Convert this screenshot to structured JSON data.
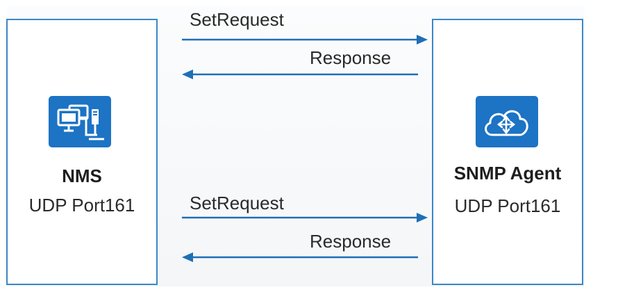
{
  "nms": {
    "title": "NMS",
    "port": "UDP Port161",
    "icon": "network-management-icon"
  },
  "agent": {
    "title": "SNMP Agent",
    "port": "UDP Port161",
    "icon": "cloud-router-icon"
  },
  "messages": [
    {
      "label": "SetRequest",
      "direction": "nms-to-agent"
    },
    {
      "label": "Response",
      "direction": "agent-to-nms"
    },
    {
      "label": "SetRequest",
      "direction": "nms-to-agent"
    },
    {
      "label": "Response",
      "direction": "agent-to-nms"
    }
  ],
  "colors": {
    "border": "#3a87c8",
    "arrow": "#1f6fb5",
    "icon_tile": "#1d73c4"
  }
}
